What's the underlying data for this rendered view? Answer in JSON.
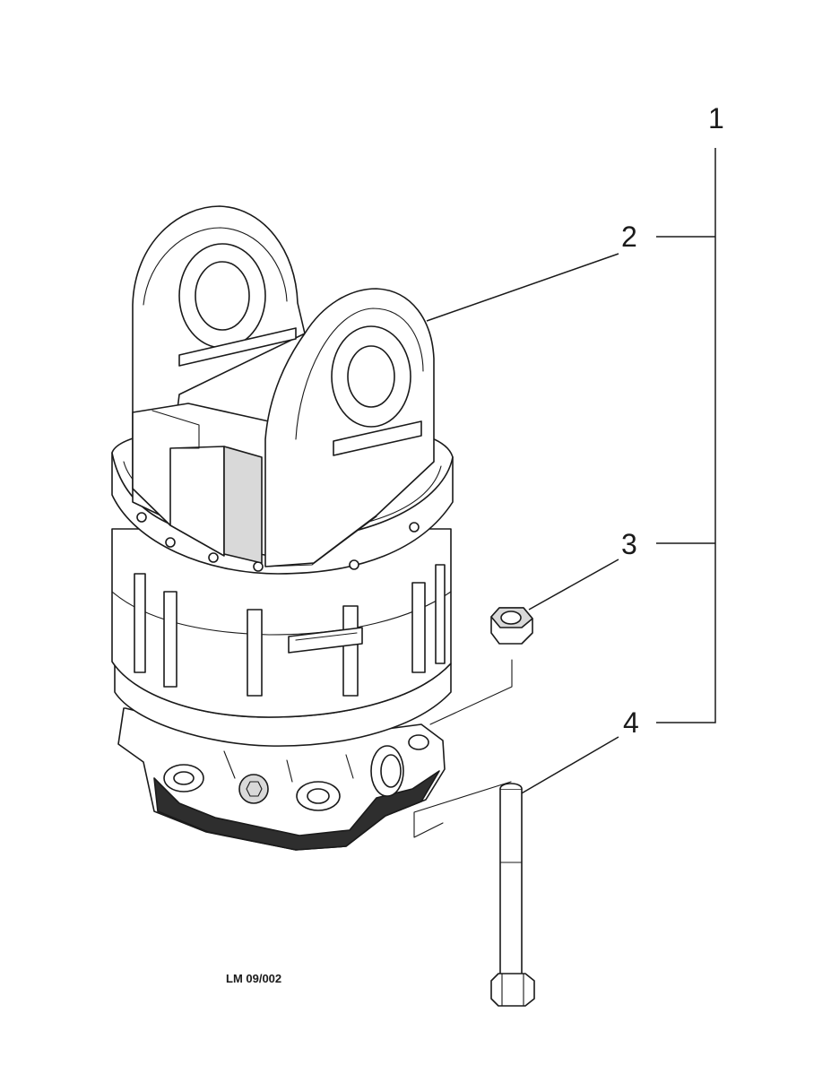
{
  "callouts": {
    "item1": "1",
    "item2": "2",
    "item3": "3",
    "item4": "4"
  },
  "drawing_code": "LM 09/002",
  "colors": {
    "line": "#1a1a1a",
    "background": "#ffffff",
    "shade": "#d9d9d9"
  }
}
